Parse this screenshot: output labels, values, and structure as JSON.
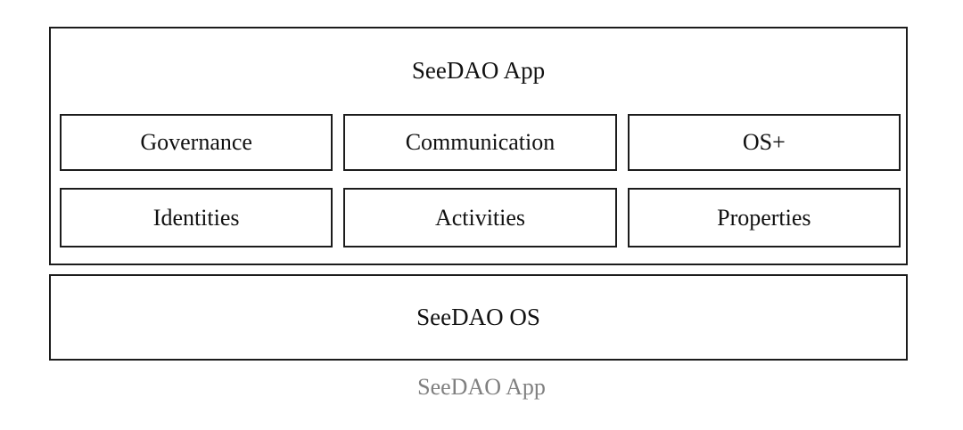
{
  "diagram": {
    "app_layer": {
      "title": "SeeDAO App",
      "rows": [
        {
          "boxes": [
            {
              "label": "Governance"
            },
            {
              "label": "Communication"
            },
            {
              "label": "OS+"
            }
          ]
        },
        {
          "boxes": [
            {
              "label": "Identities"
            },
            {
              "label": "Activities"
            },
            {
              "label": "Properties"
            }
          ]
        }
      ]
    },
    "os_layer": {
      "title": "SeeDAO OS"
    },
    "caption": "SeeDAO App",
    "colors": {
      "border": "#1c1c1c",
      "text": "#111111",
      "caption_text": "#808080",
      "background": "#ffffff"
    }
  }
}
